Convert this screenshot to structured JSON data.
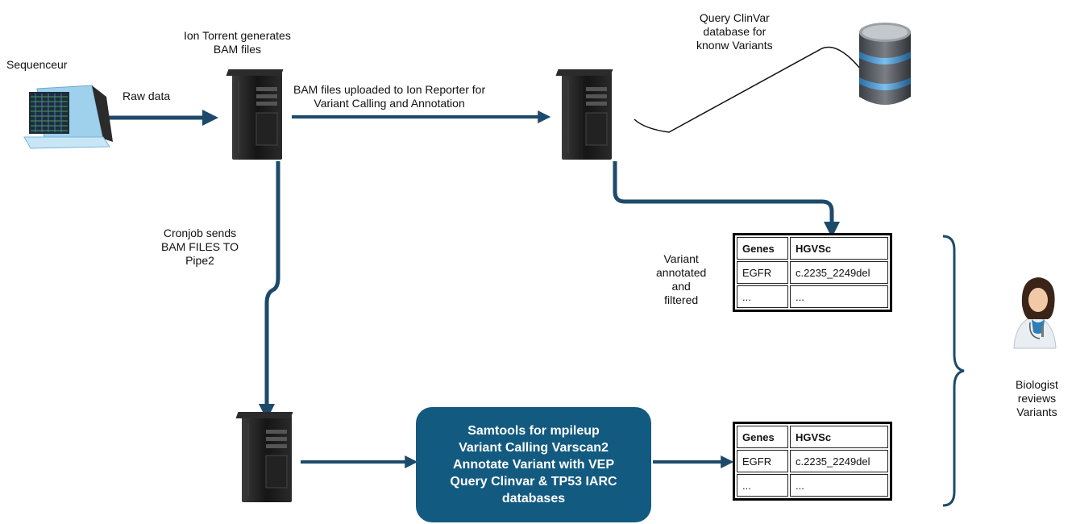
{
  "labels": {
    "sequencer": "Sequenceur",
    "raw_data": "Raw data",
    "ion_torrent": [
      "Ion Torrent generates",
      "BAM files"
    ],
    "bam_upload": [
      "BAM files uploaded to Ion Reporter for",
      "Variant Calling and Annotation"
    ],
    "clinvar_query": [
      "Query ClinVar",
      "database for",
      "knonw Variants"
    ],
    "cronjob": [
      "Cronjob sends",
      "BAM FILES TO",
      "Pipe2"
    ],
    "variant_annotated": [
      "Variant",
      "annotated",
      "and",
      "filtered"
    ],
    "biologist": [
      "Biologist",
      "reviews",
      "Variants"
    ]
  },
  "pipeline_box": {
    "lines": [
      "Samtools for mpileup",
      "Variant Calling Varscan2",
      "Annotate Variant with VEP",
      "Query Clinvar & TP53 IARC",
      "databases"
    ]
  },
  "tables": [
    {
      "headers": [
        "Genes",
        "HGVSc"
      ],
      "rows": [
        [
          "EGFR",
          "c.2235_2249del"
        ],
        [
          "...",
          "..."
        ]
      ]
    },
    {
      "headers": [
        "Genes",
        "HGVSc"
      ],
      "rows": [
        [
          "EGFR",
          "c.2235_2249del"
        ],
        [
          "...",
          "..."
        ]
      ]
    }
  ],
  "colors": {
    "arrow": "#1d4a6b",
    "box": "#135a80",
    "server": "#1a1a1a",
    "database": "#4c8cc4"
  },
  "icons": [
    "sequencer-computer-icon",
    "server-icon",
    "database-icon",
    "doctor-icon"
  ]
}
